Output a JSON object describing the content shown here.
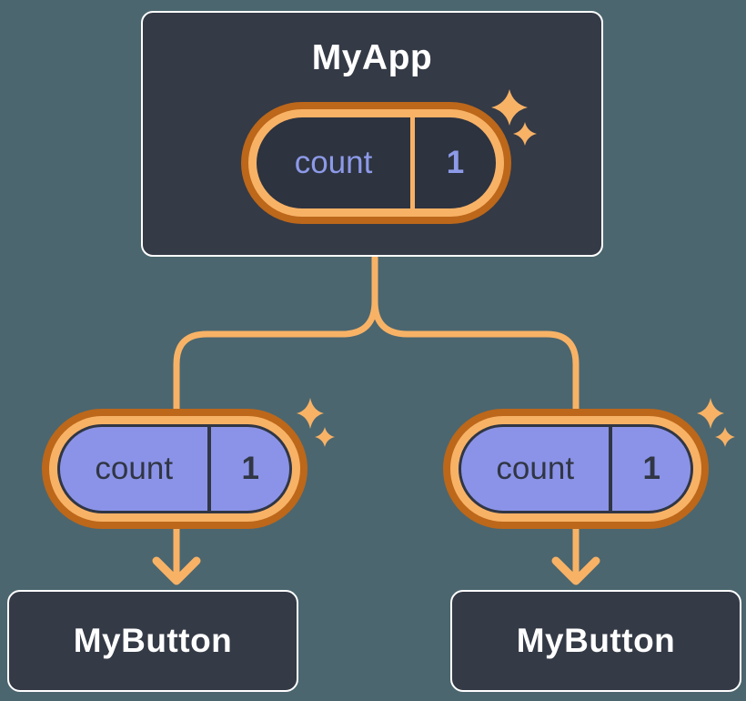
{
  "colors": {
    "background": "#4b666f",
    "card_bg": "#343a46",
    "card_border": "#ffffff",
    "ring_dark": "#bc671a",
    "ring_light": "#f8b266",
    "pill_fill_purple": "#8b93e8",
    "pill_fill_dark": "#2d333f",
    "text_periwinkle": "#8d9ae8",
    "text_dark": "#303644",
    "text_white": "#ffffff",
    "connector": "#f8b266"
  },
  "icons": {
    "sparkle": "four-point-star-sparkle"
  },
  "root_component": {
    "title": "MyApp",
    "state": {
      "name": "count",
      "value": "1"
    }
  },
  "child_components": [
    {
      "title": "MyButton",
      "state": {
        "name": "count",
        "value": "1"
      }
    },
    {
      "title": "MyButton",
      "state": {
        "name": "count",
        "value": "1"
      }
    }
  ]
}
